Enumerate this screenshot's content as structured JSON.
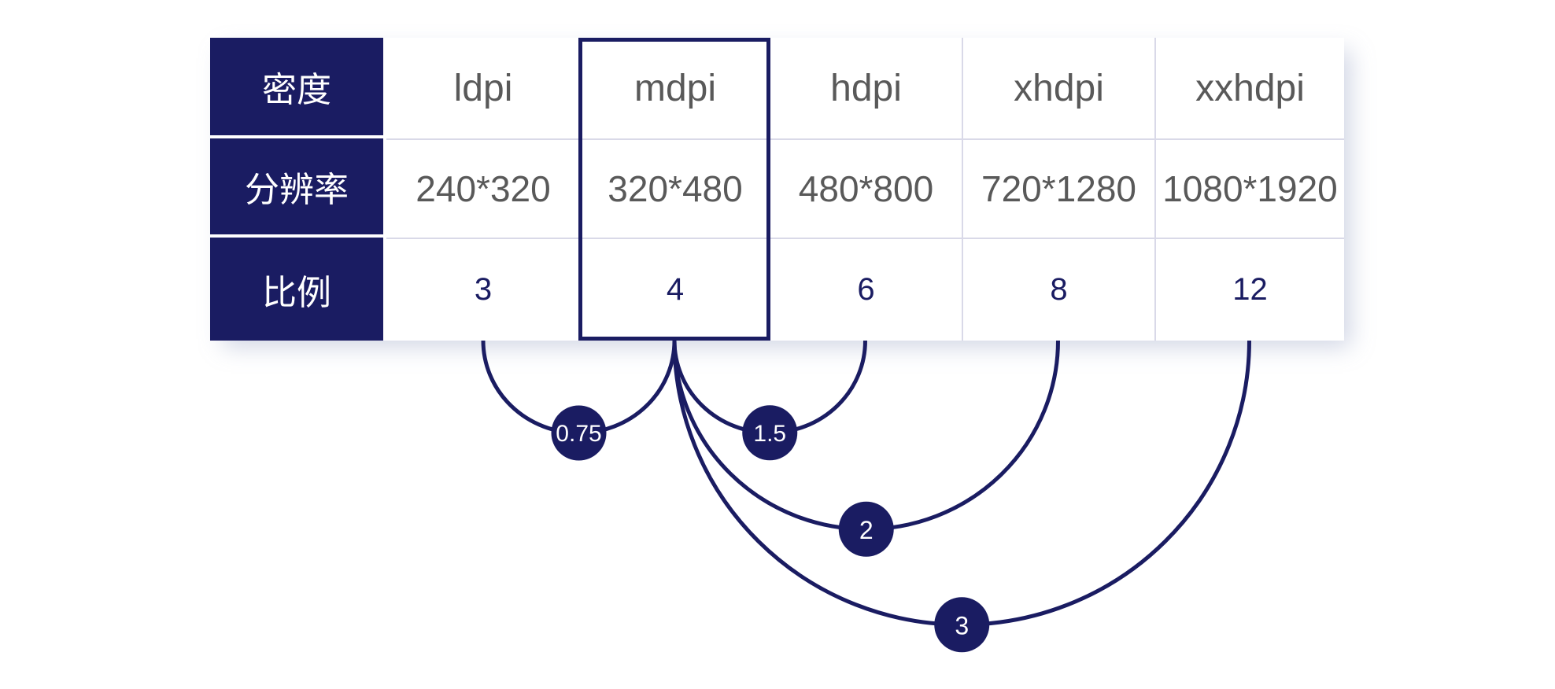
{
  "table": {
    "row_headers": [
      "密度",
      "分辨率",
      "比例"
    ],
    "columns": [
      {
        "density": "ldpi",
        "resolution": "240*320",
        "ratio": "3"
      },
      {
        "density": "mdpi",
        "resolution": "320*480",
        "ratio": "4"
      },
      {
        "density": "hdpi",
        "resolution": "480*800",
        "ratio": "6"
      },
      {
        "density": "xhdpi",
        "resolution": "720*1280",
        "ratio": "8"
      },
      {
        "density": "xxhdpi",
        "resolution": "1080*1920",
        "ratio": "12"
      }
    ],
    "highlighted_column": "mdpi"
  },
  "arcs": [
    {
      "from": "ldpi",
      "to": "mdpi",
      "label": "0.75"
    },
    {
      "from": "mdpi",
      "to": "hdpi",
      "label": "1.5"
    },
    {
      "from": "mdpi",
      "to": "xhdpi",
      "label": "2"
    },
    {
      "from": "mdpi",
      "to": "xxhdpi",
      "label": "3"
    }
  ],
  "colors": {
    "navy": "#1a1c62",
    "text_gray": "#595959",
    "grid_line": "#d9d9e8",
    "badge_text": "#ffffff",
    "cell_bg": "#ffffff"
  }
}
